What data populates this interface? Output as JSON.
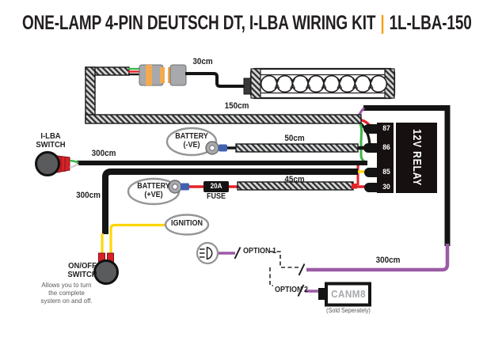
{
  "title": {
    "text": "ONE-LAMP 4-PIN DEUTSCH DT, I-LBA WIRING KIT",
    "separator": "|",
    "code": "1L-LBA-150"
  },
  "colors": {
    "accent_orange": "#F7A11B",
    "wire_red": "#E32227",
    "wire_green": "#3CB44B",
    "wire_yellow": "#FFD60A",
    "wire_purple": "#9B5BA5",
    "crimp_blue": "#4060B0"
  },
  "labels": {
    "lamp_lead": "30cm",
    "main_loom": "150cm",
    "ilba_cable": "300cm",
    "negative_cable": "50cm",
    "positive_cable": "45cm",
    "switch_cable": "300cm",
    "position_light_cable": "300cm"
  },
  "ilba_switch": {
    "label": "I-LBA\nSWITCH"
  },
  "battery_negative": {
    "label": "BATTERY\n(-VE)"
  },
  "battery_positive": {
    "label": "BATTERY\n(+VE)"
  },
  "fuse": {
    "rating": "20A",
    "label": "FUSE"
  },
  "ignition": {
    "label": "IGNITION"
  },
  "onoff_switch": {
    "label": "ON/OFF\nSWITCH",
    "caption": "Allows you to turn\nthe complete\nsystem on and off."
  },
  "relay": {
    "label": "12V RELAY",
    "pins": [
      "87",
      "86",
      "85",
      "30"
    ]
  },
  "options": {
    "option1": "OPTION 1",
    "option2": "OPTION 2"
  },
  "canm8": {
    "label": "CANM8",
    "note": "(Sold Seperately)"
  }
}
